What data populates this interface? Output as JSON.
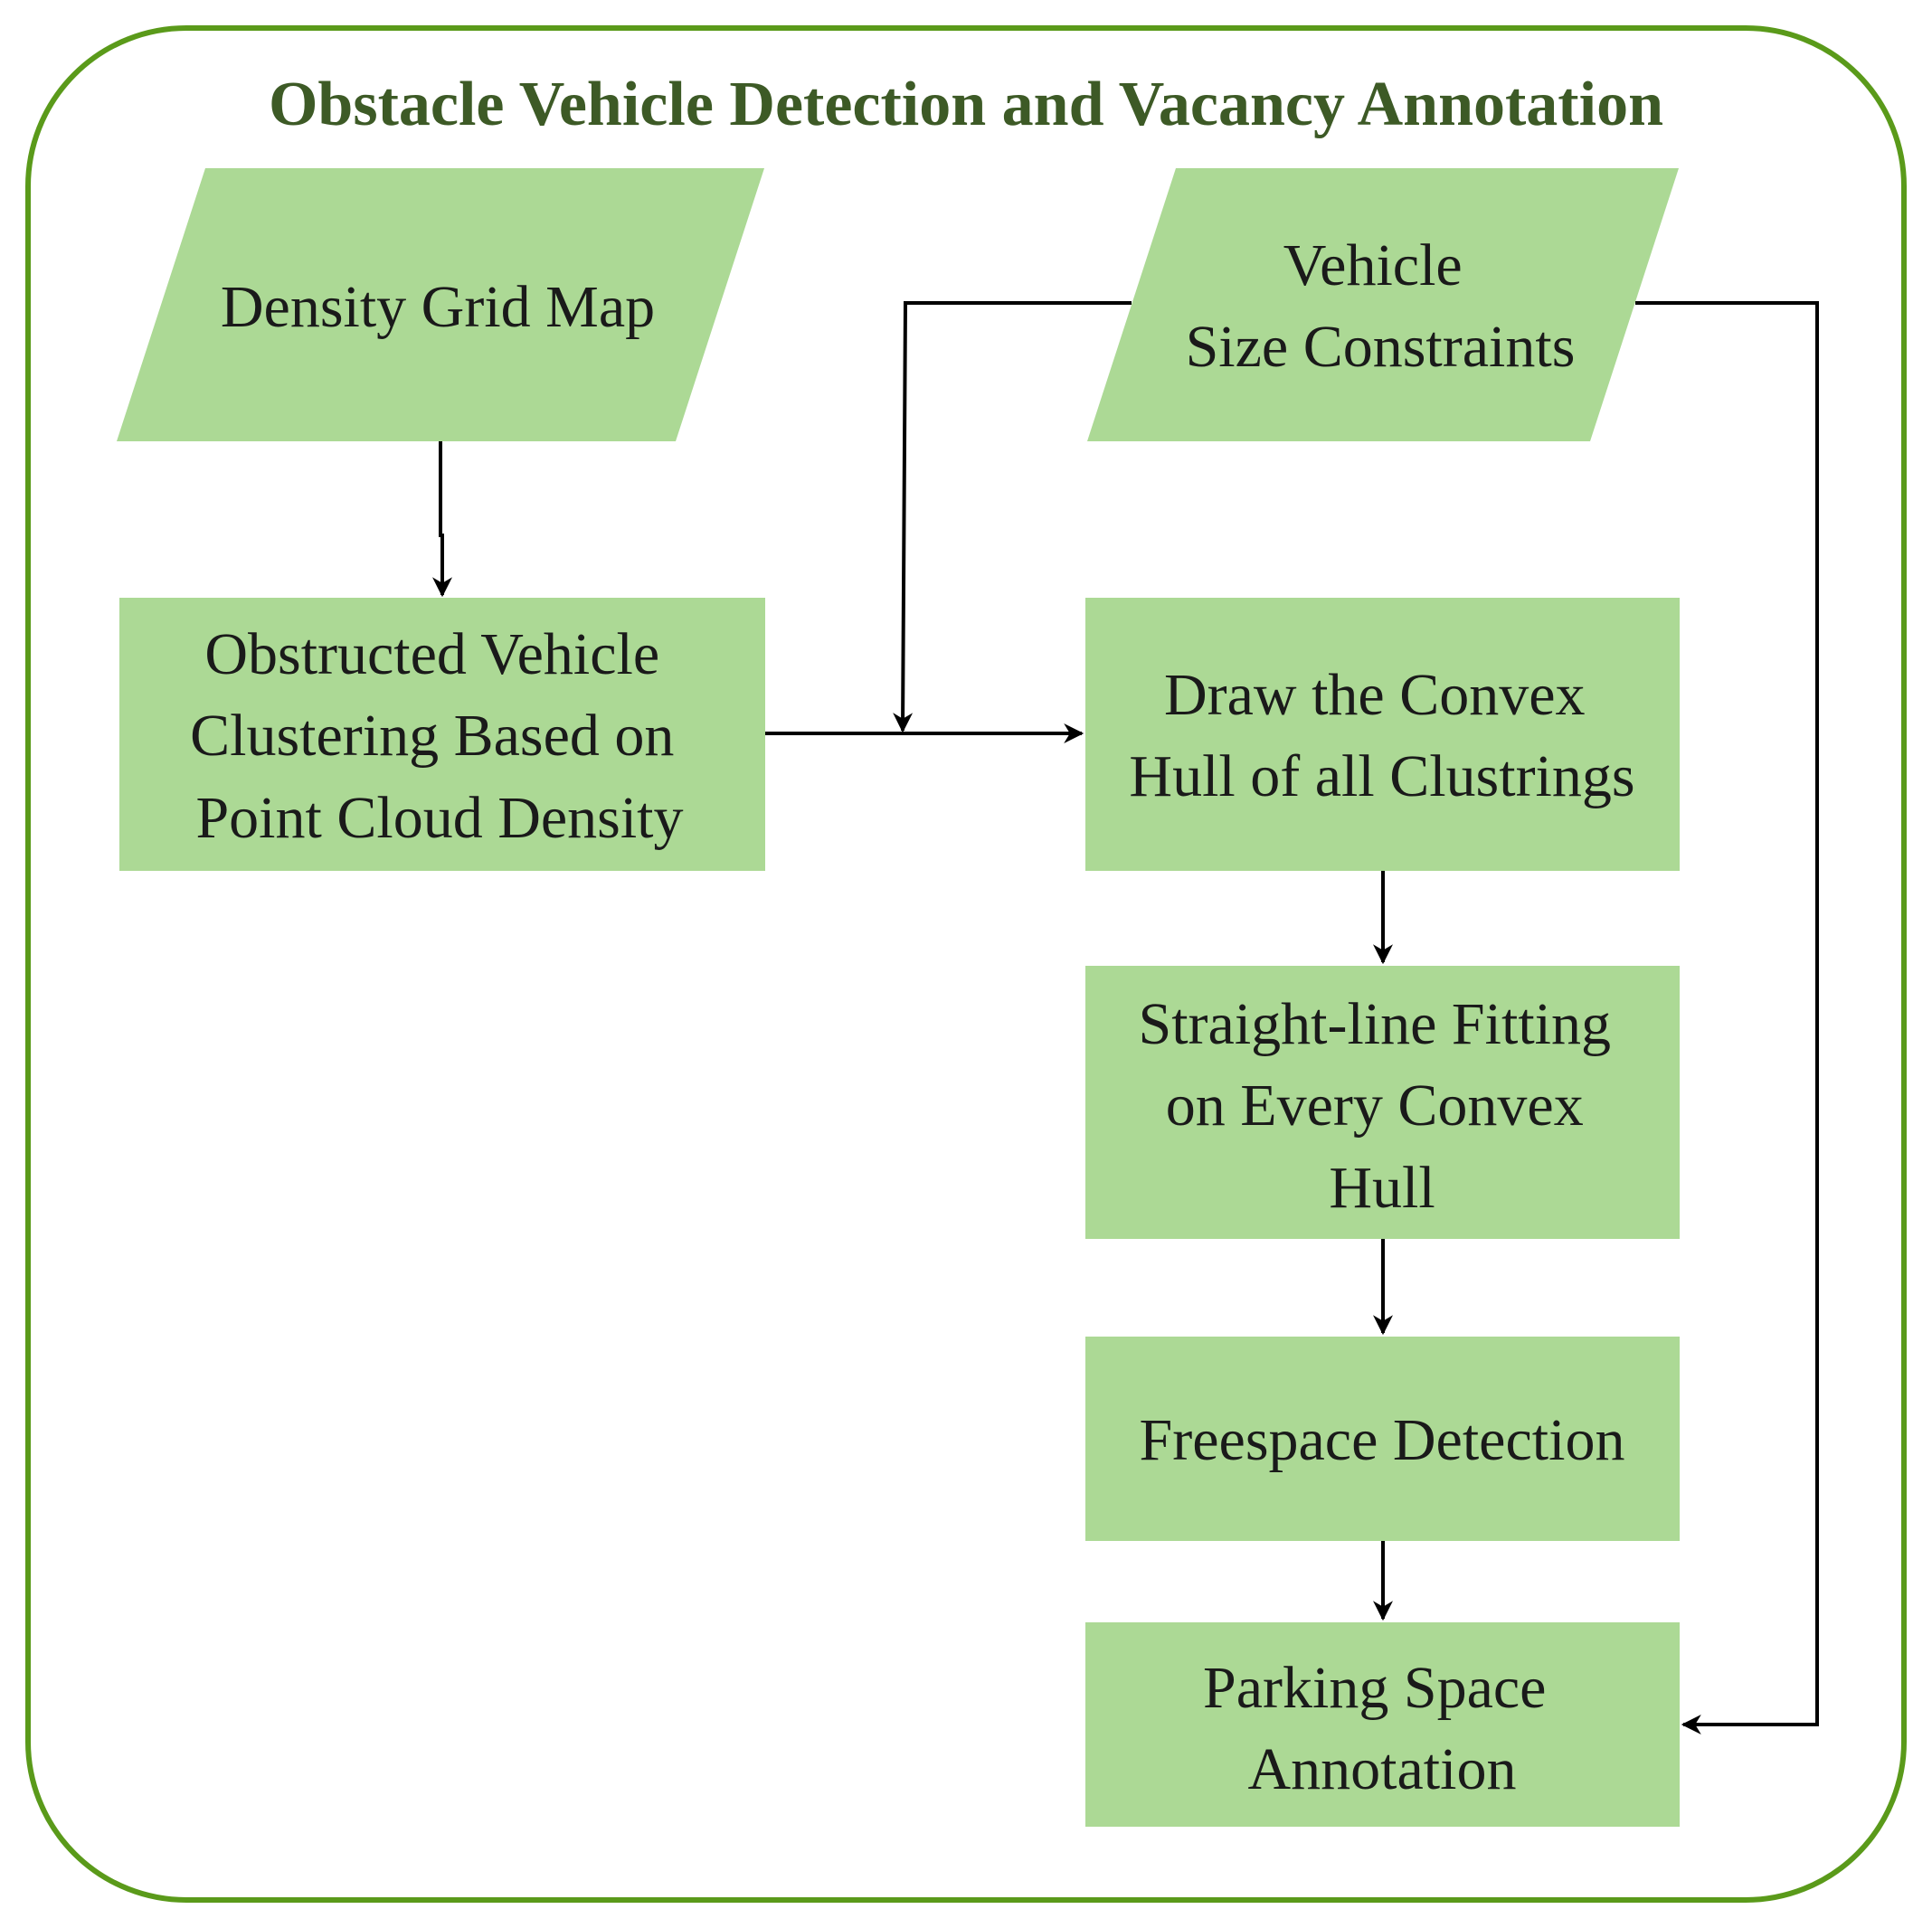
{
  "diagram": {
    "title": "Obstacle Vehicle Detection and Vacancy Annotation",
    "colors": {
      "frame_border": "#5a9a1a",
      "node_fill": "#acd995",
      "title_text": "#3d5a26",
      "node_text": "#1a1a1a",
      "edge": "#000000"
    },
    "nodes": {
      "density_grid_map": {
        "shape": "parallelogram",
        "lines": [
          "Density Grid Map"
        ]
      },
      "vehicle_size_constraints": {
        "shape": "parallelogram",
        "lines": [
          "Vehicle",
          "Size Constraints"
        ]
      },
      "obstructed_vehicle_clustering": {
        "shape": "rectangle",
        "lines": [
          "Obstructed Vehicle",
          "Clustering Based on",
          "Point Cloud Density"
        ]
      },
      "draw_convex_hull": {
        "shape": "rectangle",
        "lines": [
          "Draw the Convex",
          "Hull of all Clustrings"
        ]
      },
      "straight_line_fitting": {
        "shape": "rectangle",
        "lines": [
          "Straight-line Fitting",
          "on Every Convex",
          "Hull"
        ]
      },
      "freespace_detection": {
        "shape": "rectangle",
        "lines": [
          "Freespace Detection"
        ]
      },
      "parking_space_annotation": {
        "shape": "rectangle",
        "lines": [
          "Parking Space",
          "Annotation"
        ]
      }
    },
    "edges": [
      {
        "from": "density_grid_map",
        "to": "obstructed_vehicle_clustering"
      },
      {
        "from": "obstructed_vehicle_clustering",
        "to": "draw_convex_hull"
      },
      {
        "from": "vehicle_size_constraints",
        "to": "draw_convex_hull"
      },
      {
        "from": "vehicle_size_constraints",
        "to": "parking_space_annotation"
      },
      {
        "from": "draw_convex_hull",
        "to": "straight_line_fitting"
      },
      {
        "from": "straight_line_fitting",
        "to": "freespace_detection"
      },
      {
        "from": "freespace_detection",
        "to": "parking_space_annotation"
      }
    ]
  }
}
